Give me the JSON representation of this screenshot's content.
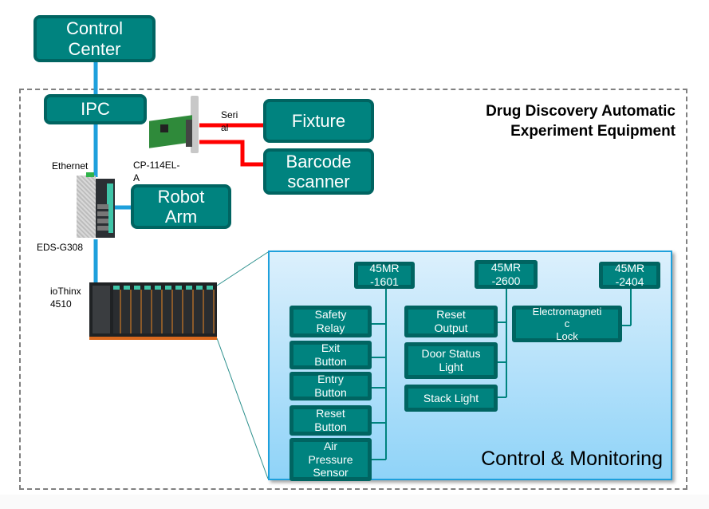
{
  "title": "Drug Discovery Automatic\nExperiment Equipment",
  "nodes": {
    "control_center": "Control\nCenter",
    "ipc": "IPC",
    "fixture": "Fixture",
    "barcode_scanner": "Barcode\nscanner",
    "robot_arm": "Robot\nArm"
  },
  "labels": {
    "serial": "Seri\nal",
    "cp_card": "CP-114EL-\nA",
    "ethernet": "Ethernet",
    "switch": "EDS-G308",
    "iothinx": "ioThinx\n4510"
  },
  "control_monitoring": {
    "title": "Control & Monitoring",
    "modules": [
      "45MR\n-1601",
      "45MR\n-2600",
      "45MR\n-2404"
    ],
    "module_1601_items": [
      "Safety\nRelay",
      "Exit\nButton",
      "Entry\nButton",
      "Reset\nButton",
      "Air\nPressure\nSensor"
    ],
    "module_2600_items": [
      "Reset\nOutput",
      "Door Status\nLight",
      "Stack Light"
    ],
    "module_2404_items": [
      "Electromagneti\nc\nLock"
    ]
  },
  "colors": {
    "node_fill": "#00837f",
    "node_border": "#006461",
    "ethernet_line": "#1ea0dc",
    "serial_line": "#ff0000",
    "panel_border": "#1ea0dc"
  }
}
